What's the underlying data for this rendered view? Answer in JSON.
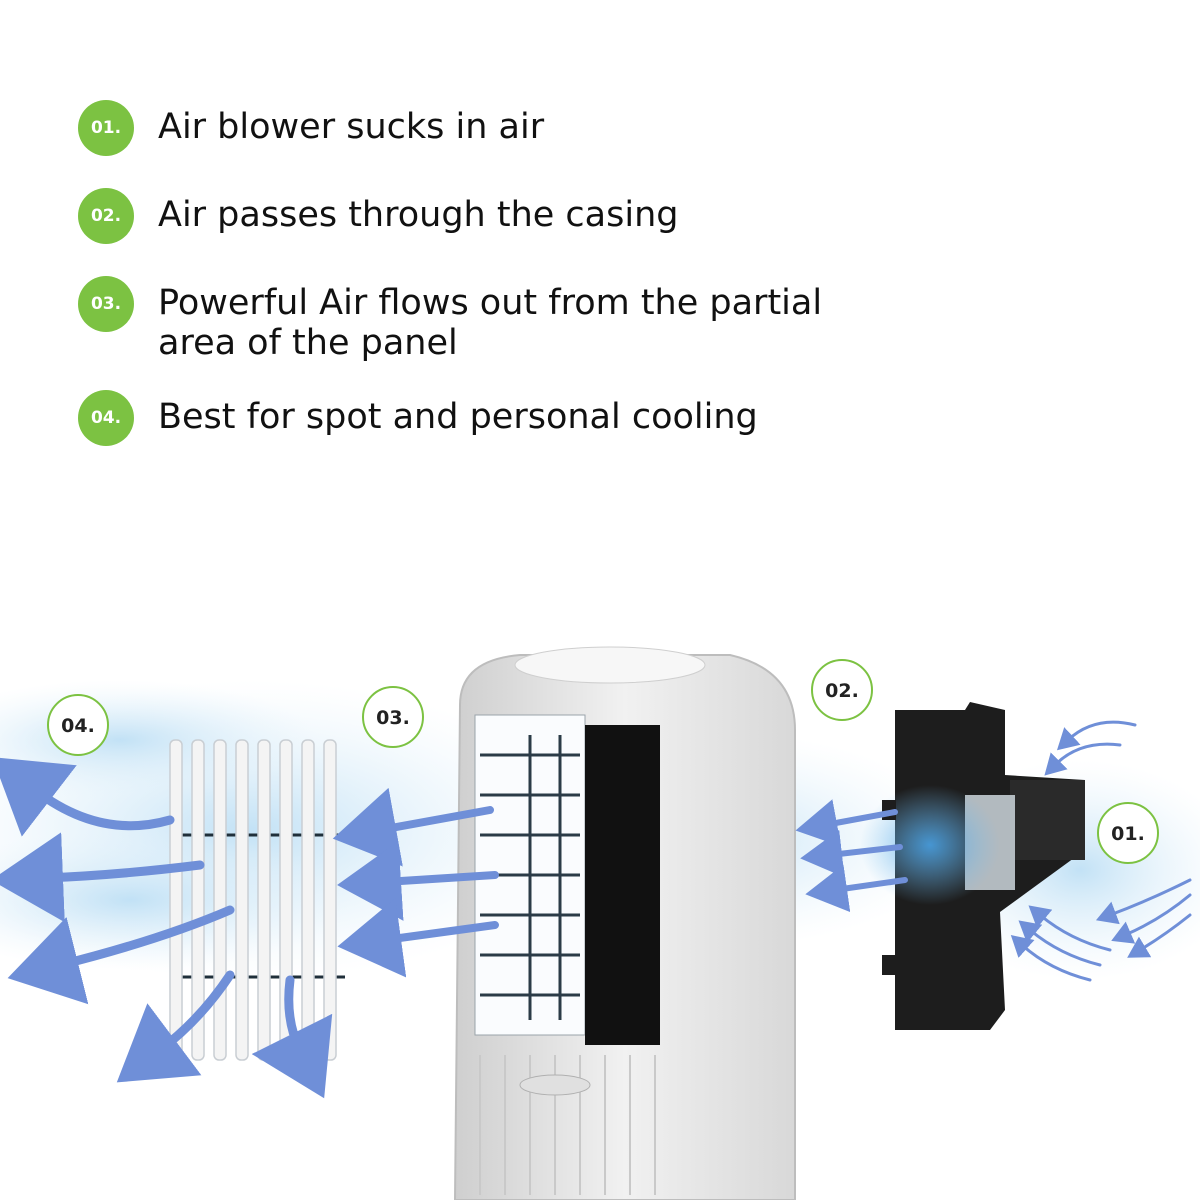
{
  "steps": [
    {
      "badge": "01.",
      "lines": [
        "Air blower sucks in air"
      ]
    },
    {
      "badge": "02.",
      "lines": [
        "Air passes through the casing"
      ]
    },
    {
      "badge": "03.",
      "lines": [
        "Powerful Air flows out from the partial",
        "area of the panel"
      ]
    },
    {
      "badge": "04.",
      "lines": [
        "Best for spot and personal cooling"
      ]
    }
  ],
  "markers": {
    "m01": "01.",
    "m02": "02.",
    "m03": "03.",
    "m04": "04."
  },
  "colors": {
    "badge": "#7cc242",
    "arrow": "#6f8fd8",
    "airflow": "#cfe7f7",
    "blower_body": "#1d1d1d",
    "casing": "#e9e9e9"
  }
}
